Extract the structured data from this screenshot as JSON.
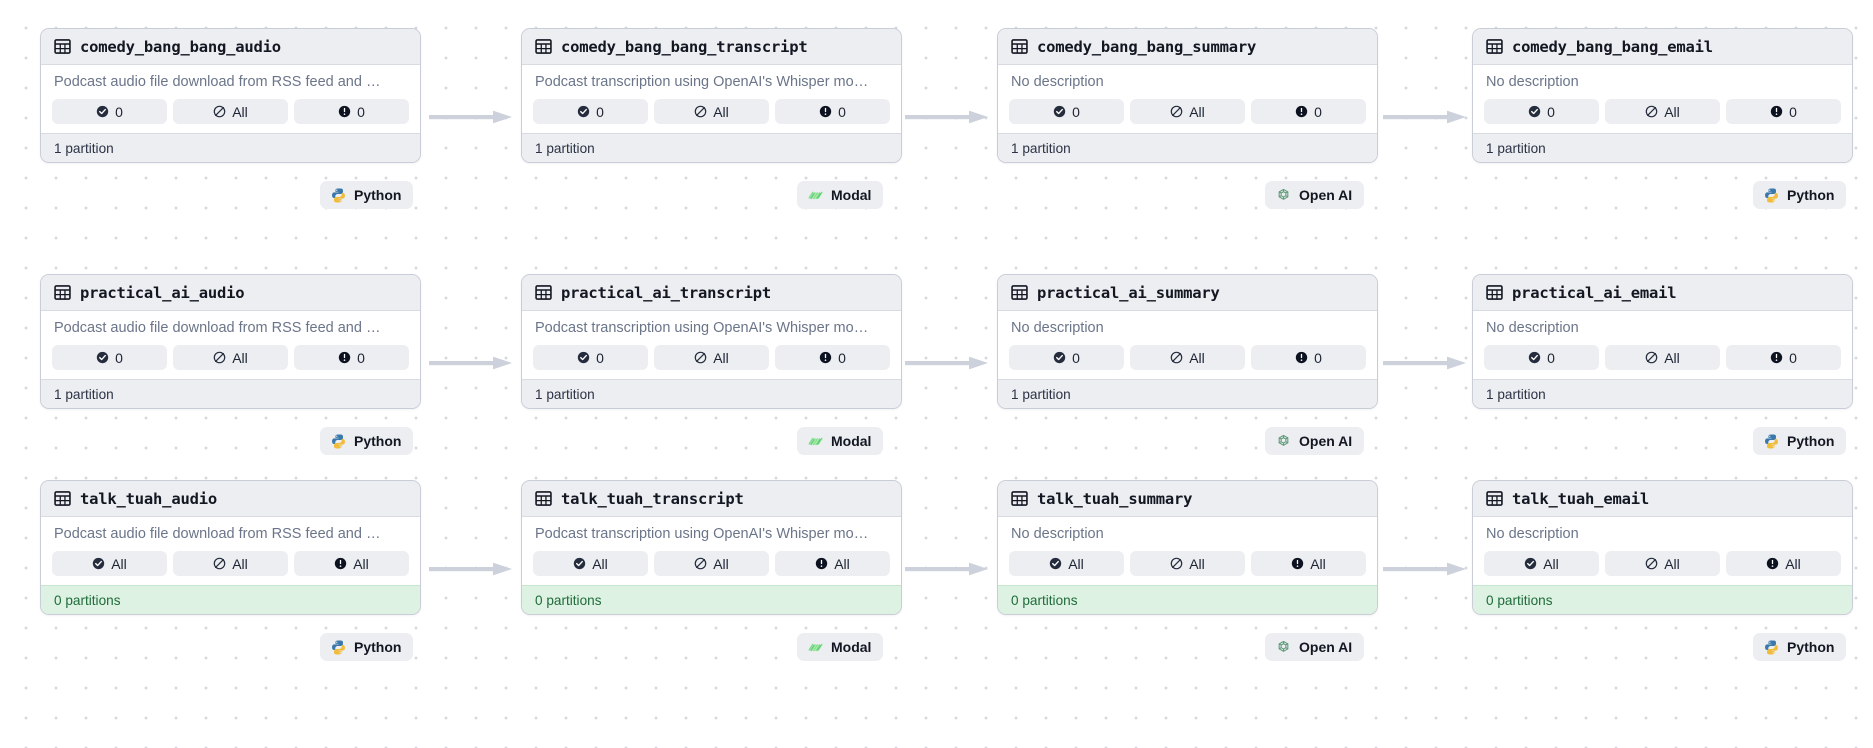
{
  "canvas": {
    "name": "asset-lineage-graph",
    "background_color": "#ffffff",
    "dot_color": "#d6d9e0",
    "missing_highlight_color": "#ddf2e2",
    "chip_background": "#eceef1"
  },
  "icons": {
    "table": "table-icon",
    "checks": "check-circle-icon",
    "freshness": "slash-circle-icon",
    "alerts": "exclamation-circle-icon",
    "python": "python-logo-icon",
    "modal": "modal-logo-icon",
    "openai": "openai-logo-icon",
    "arrow": "arrow-right-icon"
  },
  "stat_labels": {
    "checks": "Checks",
    "freshness": "Freshness",
    "alerts": "Alerts"
  },
  "rows": [
    {
      "name": "comedy_bang_bang",
      "cards": [
        {
          "title": "comedy_bang_bang_audio",
          "description": "Podcast audio file download from RSS feed and …",
          "checks": "0",
          "freshness": "All",
          "alerts": "0",
          "partitions": "1 partition",
          "missing": false,
          "kind": "Python",
          "kind_icon": "python-logo-icon"
        },
        {
          "title": "comedy_bang_bang_transcript",
          "description": "Podcast transcription using OpenAI's Whisper mo…",
          "checks": "0",
          "freshness": "All",
          "alerts": "0",
          "partitions": "1 partition",
          "missing": false,
          "kind": "Modal",
          "kind_icon": "modal-logo-icon"
        },
        {
          "title": "comedy_bang_bang_summary",
          "description": "No description",
          "checks": "0",
          "freshness": "All",
          "alerts": "0",
          "partitions": "1 partition",
          "missing": false,
          "kind": "Open AI",
          "kind_icon": "openai-logo-icon"
        },
        {
          "title": "comedy_bang_bang_email",
          "description": "No description",
          "checks": "0",
          "freshness": "All",
          "alerts": "0",
          "partitions": "1 partition",
          "missing": false,
          "kind": "Python",
          "kind_icon": "python-logo-icon"
        }
      ]
    },
    {
      "name": "practical_ai",
      "cards": [
        {
          "title": "practical_ai_audio",
          "description": "Podcast audio file download from RSS feed and …",
          "checks": "0",
          "freshness": "All",
          "alerts": "0",
          "partitions": "1 partition",
          "missing": false,
          "kind": "Python",
          "kind_icon": "python-logo-icon"
        },
        {
          "title": "practical_ai_transcript",
          "description": "Podcast transcription using OpenAI's Whisper mo…",
          "checks": "0",
          "freshness": "All",
          "alerts": "0",
          "partitions": "1 partition",
          "missing": false,
          "kind": "Modal",
          "kind_icon": "modal-logo-icon"
        },
        {
          "title": "practical_ai_summary",
          "description": "No description",
          "checks": "0",
          "freshness": "All",
          "alerts": "0",
          "partitions": "1 partition",
          "missing": false,
          "kind": "Open AI",
          "kind_icon": "openai-logo-icon"
        },
        {
          "title": "practical_ai_email",
          "description": "No description",
          "checks": "0",
          "freshness": "All",
          "alerts": "0",
          "partitions": "1 partition",
          "missing": false,
          "kind": "Python",
          "kind_icon": "python-logo-icon"
        }
      ]
    },
    {
      "name": "talk_tuah",
      "cards": [
        {
          "title": "talk_tuah_audio",
          "description": "Podcast audio file download from RSS feed and …",
          "checks": "All",
          "freshness": "All",
          "alerts": "All",
          "partitions": "0 partitions",
          "missing": true,
          "kind": "Python",
          "kind_icon": "python-logo-icon"
        },
        {
          "title": "talk_tuah_transcript",
          "description": "Podcast transcription using OpenAI's Whisper mo…",
          "checks": "All",
          "freshness": "All",
          "alerts": "All",
          "partitions": "0 partitions",
          "missing": true,
          "kind": "Modal",
          "kind_icon": "modal-logo-icon"
        },
        {
          "title": "talk_tuah_summary",
          "description": "No description",
          "checks": "All",
          "freshness": "All",
          "alerts": "All",
          "partitions": "0 partitions",
          "missing": true,
          "kind": "Open AI",
          "kind_icon": "openai-logo-icon"
        },
        {
          "title": "talk_tuah_email",
          "description": "No description",
          "checks": "All",
          "freshness": "All",
          "alerts": "All",
          "partitions": "0 partitions",
          "missing": true,
          "kind": "Python",
          "kind_icon": "python-logo-icon"
        }
      ]
    }
  ]
}
